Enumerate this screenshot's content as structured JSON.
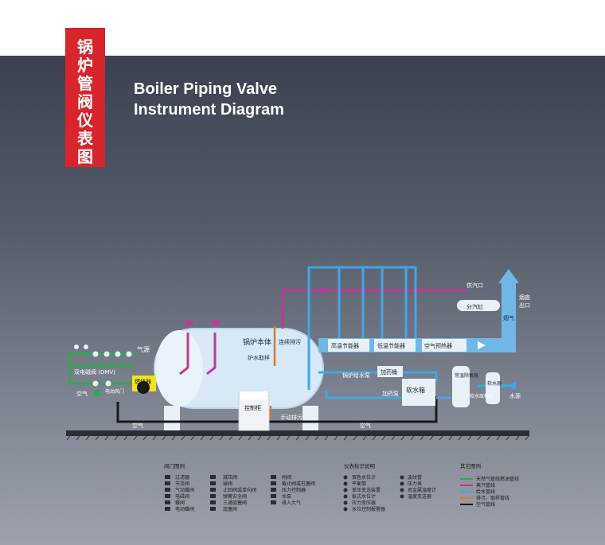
{
  "banner": {
    "title_cn": "锅炉管阀仪表图",
    "chars": [
      "锅",
      "炉",
      "管",
      "阀",
      "仪",
      "表",
      "图"
    ]
  },
  "title": {
    "line1": "Boiler Piping Valve",
    "line2": "Instrument Diagram"
  },
  "colors": {
    "gas_line": "#2fa84f",
    "steam_line": "#c0389a",
    "water_line": "#3ea8e8",
    "drain_line": "#d07a3a",
    "air_line": "#1a1a1a",
    "banner": "#d8242c",
    "burner": "#f2e31b"
  },
  "diagram": {
    "boiler_body": "锅炉本体",
    "water_sampling": "炉水取样",
    "continuous_blowdown": "连续排污",
    "burner": "燃烧器",
    "dual_solenoid": "双电磁阀 (DMV)",
    "gas_source": "气源",
    "air_left": "空气",
    "fan": "电动风门",
    "control_cabinet": "控制柜",
    "manual_blowdown": "手动排污",
    "air_bottom_left": "空气",
    "air_bottom_mid": "空气",
    "high_temp_econ": "高温节能器",
    "low_temp_econ": "低温节能器",
    "air_preheater": "空气预热器",
    "feed_pump": "锅炉给水泵",
    "dosing_tank": "加药桶",
    "dosing_pump": "加药泵",
    "soft_water_tank": "软水箱",
    "steam_supply_port": "供汽口",
    "steam_header": "分汽缸",
    "flue_outlet": "烟囱",
    "flue_outlet2": "出口",
    "flue_gas": "烟气",
    "deaerator": "常温除氧器",
    "softener": "软水器",
    "soft_sample": "软水取样口",
    "water_source": "水源"
  },
  "legend": {
    "valves": {
      "title": "阀门图例",
      "col1": [
        "过滤器",
        "节流阀",
        "气动蝶阀",
        "电磁阀",
        "蝶阀",
        "电动蝶阀"
      ],
      "col2": [
        "减压阀",
        "球阀",
        "止回阀或单向阀",
        "弹簧安全阀",
        "三通旋塞阀",
        "旋塞阀"
      ],
      "col3": [
        "闸阀",
        "截止阀或柱塞阀",
        "压力控制器",
        "水泵",
        "排入大气"
      ]
    },
    "instruments": {
      "title": "仪表标识说明",
      "col1": [
        "双色水位计",
        "平衡筒",
        "差压变送装置",
        "板式水位计",
        "压力变压器",
        "水位控制报警器"
      ],
      "col2": [
        "波纹管",
        "压力表",
        "双金属温度计",
        "温度变送器"
      ]
    },
    "others": {
      "title": "其它图例",
      "items": [
        "天然气管线燃油管线",
        "蒸汽管线",
        "给水管线",
        "排污、取样管线",
        "空气管线"
      ]
    }
  }
}
